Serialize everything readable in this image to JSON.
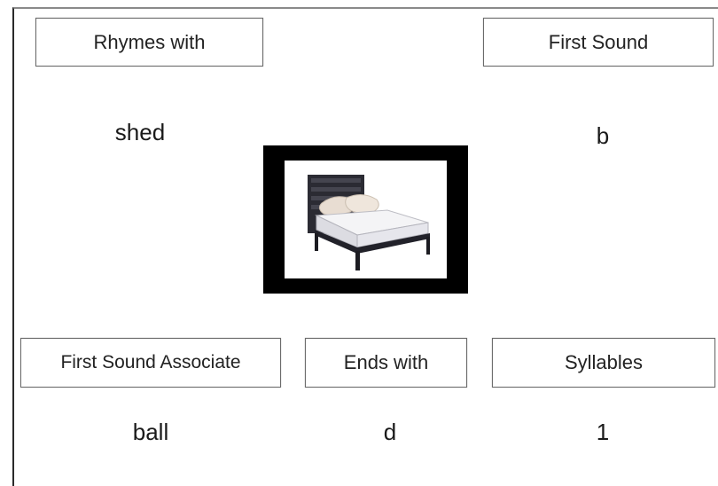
{
  "rhymes_with": {
    "label": "Rhymes with",
    "value": "shed"
  },
  "first_sound": {
    "label": "First Sound",
    "value": "b"
  },
  "first_sound_associate": {
    "label": "First Sound Associate",
    "value": "ball"
  },
  "ends_with": {
    "label": "Ends with",
    "value": "d"
  },
  "syllables": {
    "label": "Syllables",
    "value": "1"
  },
  "picture": {
    "icon": "bed-image"
  }
}
